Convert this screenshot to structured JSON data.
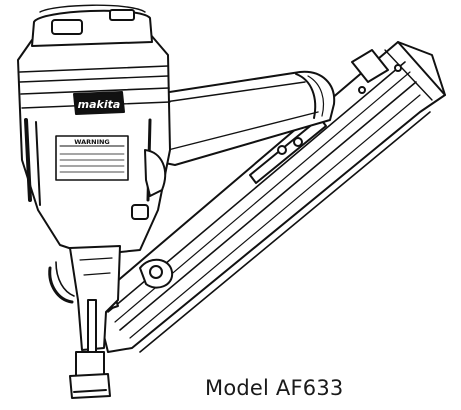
{
  "figure": {
    "brand_logo_text": "makita",
    "warning_label_text": "WARNING",
    "colors": {
      "ink": "#111111",
      "paper": "#ffffff"
    }
  },
  "caption": {
    "model": "Model AF633"
  }
}
